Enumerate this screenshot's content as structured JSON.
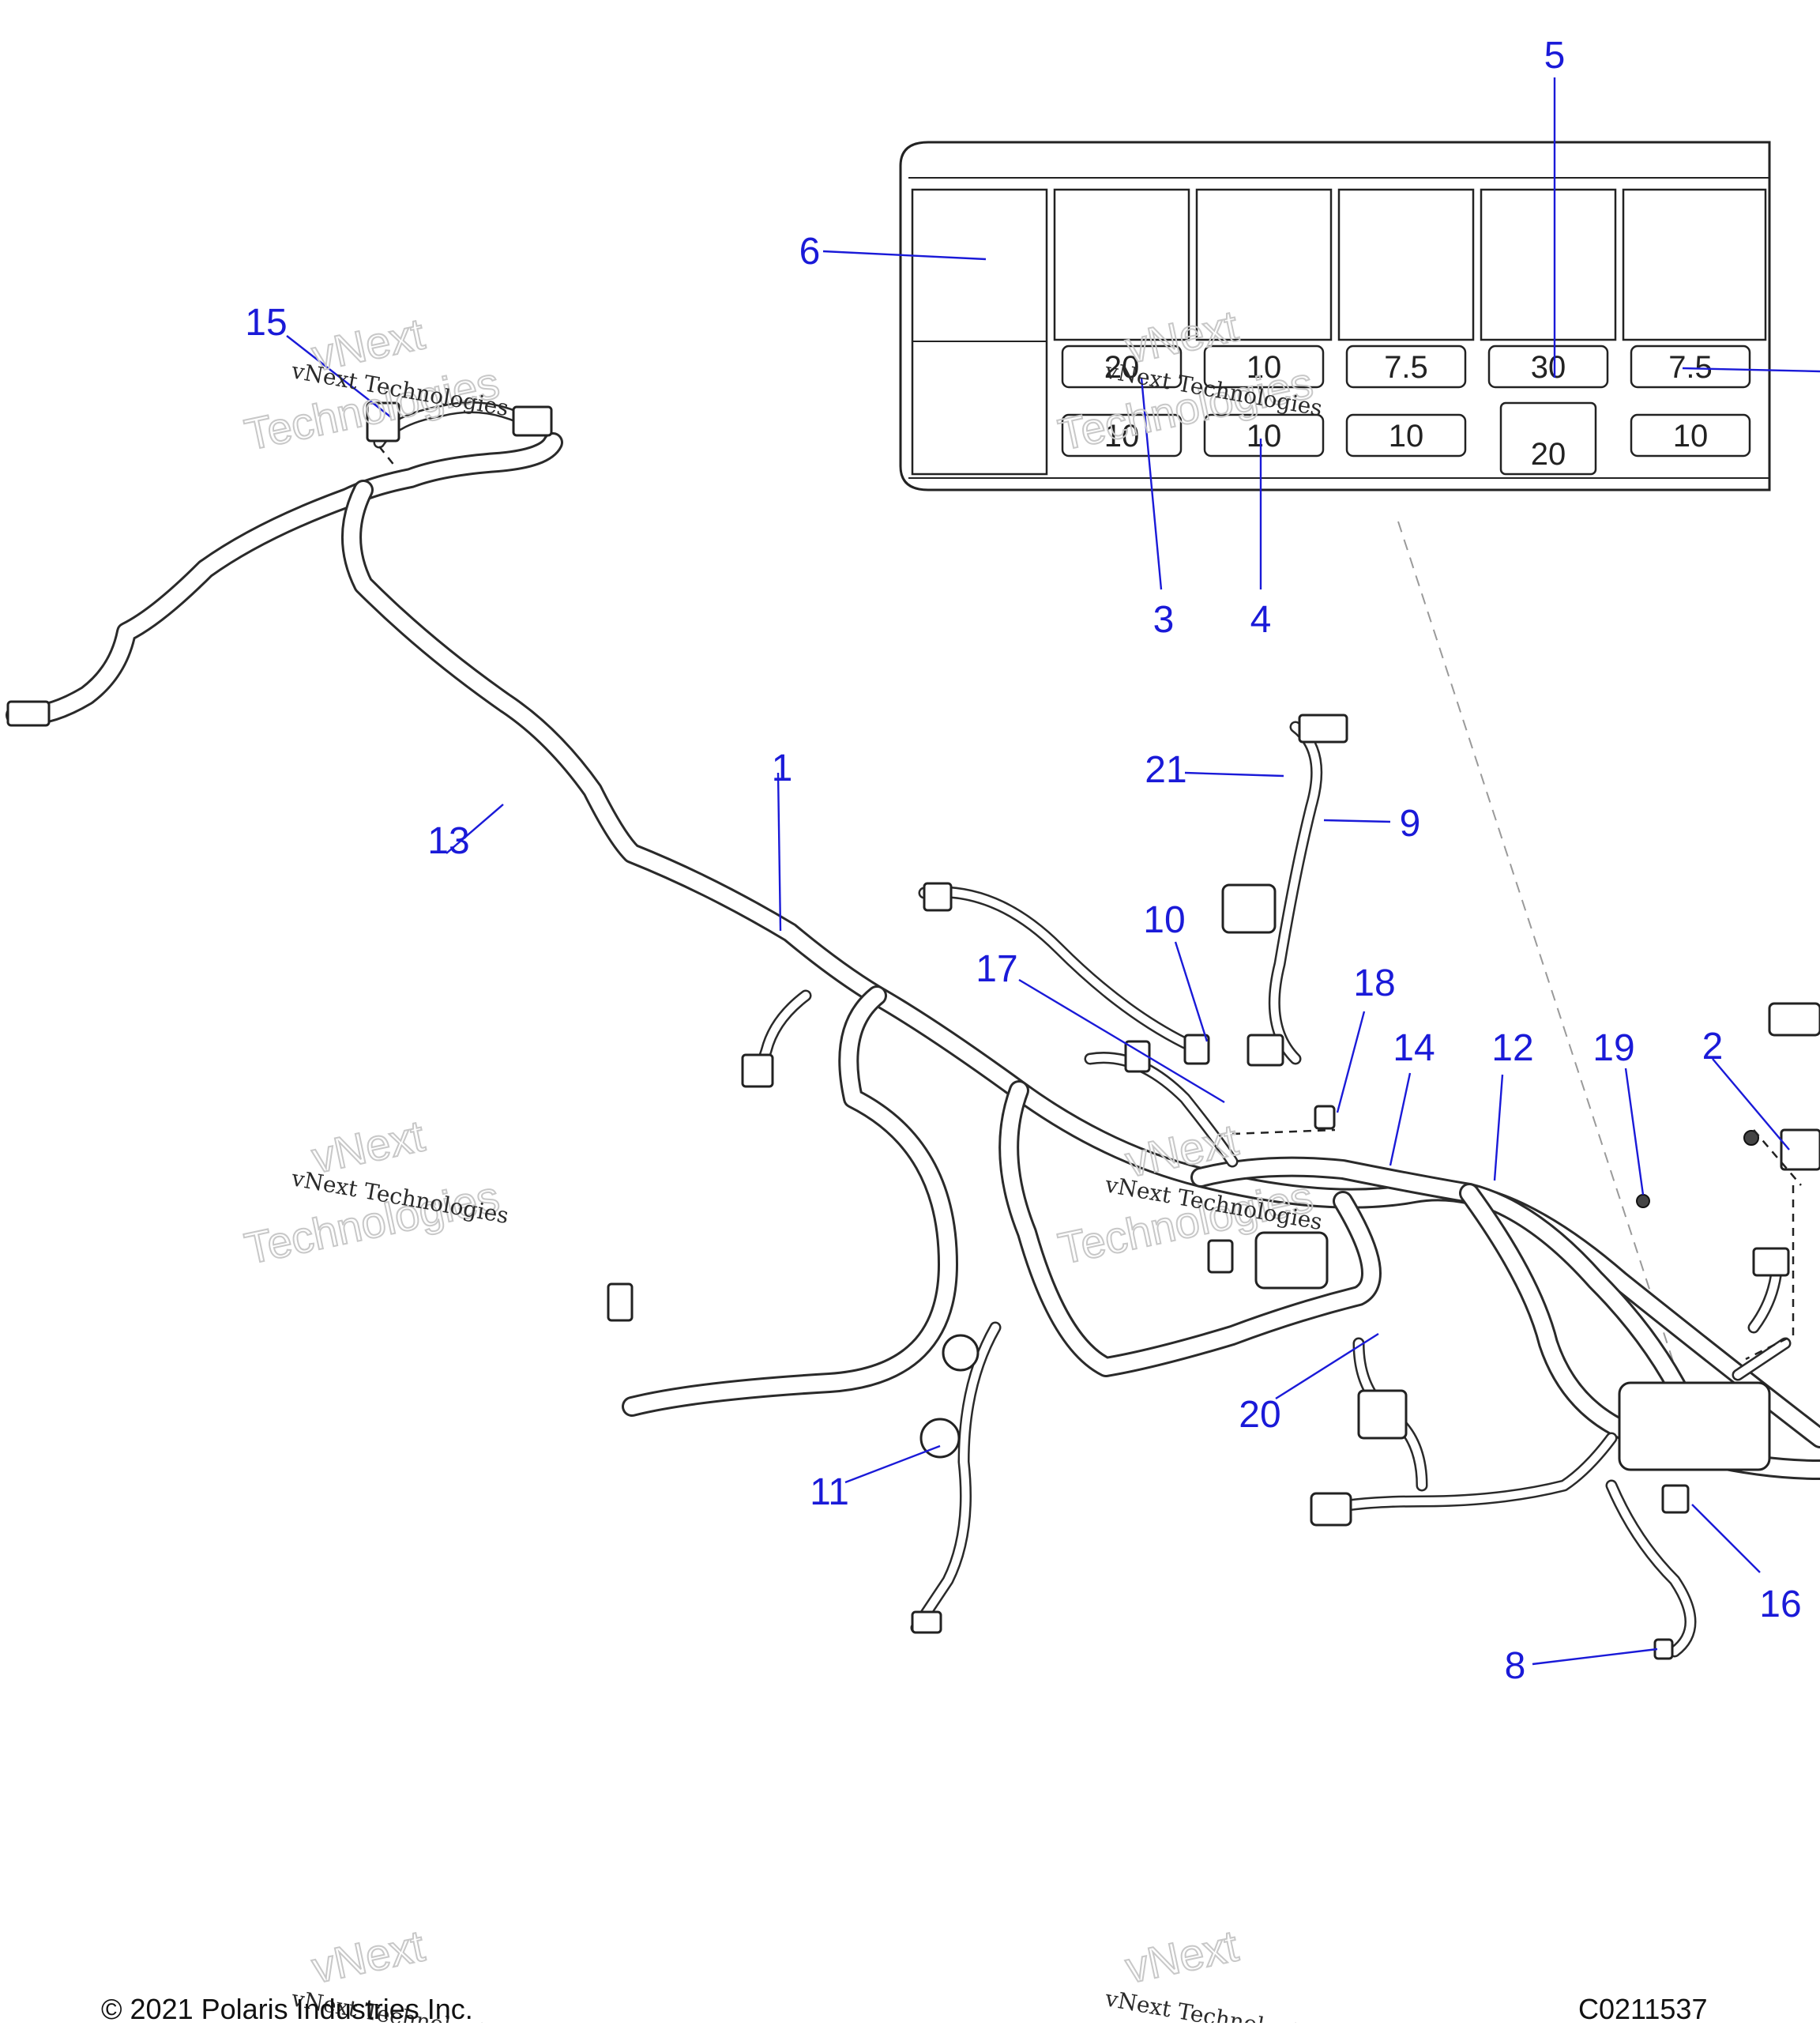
{
  "diagram": {
    "callouts": [
      {
        "id": "1",
        "label": "1"
      },
      {
        "id": "2",
        "label": "2"
      },
      {
        "id": "3",
        "label": "3"
      },
      {
        "id": "4",
        "label": "4"
      },
      {
        "id": "5",
        "label": "5"
      },
      {
        "id": "6",
        "label": "6"
      },
      {
        "id": "8",
        "label": "8"
      },
      {
        "id": "9",
        "label": "9"
      },
      {
        "id": "10",
        "label": "10"
      },
      {
        "id": "11",
        "label": "11"
      },
      {
        "id": "12",
        "label": "12"
      },
      {
        "id": "13",
        "label": "13"
      },
      {
        "id": "14",
        "label": "14"
      },
      {
        "id": "15",
        "label": "15"
      },
      {
        "id": "16",
        "label": "16"
      },
      {
        "id": "17",
        "label": "17"
      },
      {
        "id": "18",
        "label": "18"
      },
      {
        "id": "19",
        "label": "19"
      },
      {
        "id": "20",
        "label": "20"
      },
      {
        "id": "21",
        "label": "21"
      }
    ],
    "fuse_box": {
      "top_row": [
        "20",
        "10",
        "7.5",
        "30",
        "7.5"
      ],
      "bottom_row": [
        "10",
        "10",
        "10",
        "20",
        "10"
      ]
    },
    "watermarks": [
      "vNext Technologies",
      "vNext",
      "Technologies"
    ],
    "colors": {
      "callout": "#1a1ad8",
      "line_art": "#222222"
    }
  },
  "footer": {
    "copyright": "© 2021 Polaris Industries Inc.",
    "catalog_code": "C0211537"
  }
}
